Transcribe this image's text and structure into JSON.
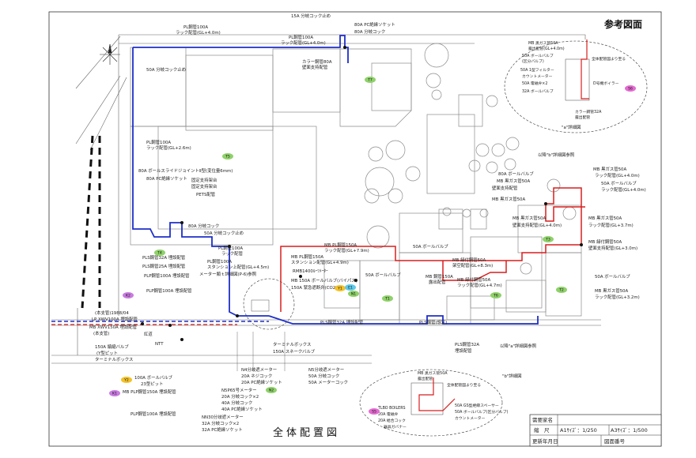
{
  "drawing": {
    "reference_label": "参考図面",
    "title": "全体配置図",
    "detail_a_label": "\"a\"詳細図",
    "detail_b_label": "\"b\"詳細図"
  },
  "title_block": {
    "owner_label": "需要家名",
    "scale_label": "縮　尺",
    "scale_a1": "A1ｻｲｽﾞ：1/250",
    "scale_a3": "A3ｻｲｽﾞ：1/500",
    "updated_label": "更新年月日",
    "drawing_no_label": "図面番号"
  },
  "badges": [
    {
      "id": "T7",
      "color": "#8fd16a"
    },
    {
      "id": "T5",
      "color": "#8fd16a"
    },
    {
      "id": "T4",
      "color": "#8fd16a"
    },
    {
      "id": "T3",
      "color": "#8fd16a"
    },
    {
      "id": "T2",
      "color": "#8fd16a"
    },
    {
      "id": "T1",
      "color": "#8fd16a"
    },
    {
      "id": "T6",
      "color": "#8fd16a"
    },
    {
      "id": "K2",
      "color": "#c97be0"
    },
    {
      "id": "K1",
      "color": "#c97be0"
    },
    {
      "id": "N1",
      "color": "#8fd16a"
    },
    {
      "id": "N2",
      "color": "#8fd16a"
    },
    {
      "id": "Y1",
      "color": "#f3c22a"
    },
    {
      "id": "Y2",
      "color": "#f3c22a"
    },
    {
      "id": "E1",
      "color": "#5fc9e8"
    },
    {
      "id": "S6",
      "color": "#e46bd1"
    },
    {
      "id": "S5",
      "color": "#e46bd1"
    }
  ],
  "labels": {
    "top_a": "PL鋼管100A",
    "top_b": "ラック配管(GL+4.0m)",
    "top_c": "15A 分岐コック止め",
    "top_d": "80A PC絶縁ソケット",
    "top_e": "80A 分岐コック",
    "top_f": "PL鋼管100A",
    "top_g": "ラック配管(GL+4.0m)",
    "top_h": "カラー鋼管80A",
    "top_i": "壁面支持配管",
    "left_a": "50A 分岐コック止め",
    "mid_a": "PL鋼管100A",
    "mid_b": "ラック配管(GL+2.6m)",
    "mid_c": "80A ボールスライドジョイントⅡ型(変位量6mm)",
    "mid_d": "80A PC絶縁ソケット",
    "mid_e": "固定支持架台",
    "mid_f": "固定支持架台",
    "mid_g": "PETS配管",
    "mid_h": "80A 分岐コック",
    "mid_i": "50A 分岐コック止め",
    "mid_j": "PL鋼管100A",
    "mid_k": "ラック配管",
    "mid_l": "PL鋼管100A",
    "mid_m": "スタンション上配管(GL+4.5m)",
    "mid_n": "メーター類ｔ詳細図(P-6)参照",
    "pls32": "PLS鋼管32A 埋設配管",
    "pls25": "PLS鋼管25A 埋設配管",
    "plp100a": "PLP鋼管100A 埋設配管",
    "plp100b": "PLP鋼管100A 埋設配管",
    "c_a": "MB PL鋼管150A",
    "c_b": "ラック配管(GL+7.9m)",
    "c_c": "MB PL鋼管150A",
    "c_d": "スタンション配管(GL+4.9m)",
    "c_e": "RMB1400ﾙｰﾂﾒｰﾀｰ",
    "c_f": "MB 150A ボールバルブ(バイパス)",
    "c_g": "150A 緊急遮断弁(CO2)",
    "c_h": "50A ボールバルブ",
    "c_i": "MB 鋼管150A",
    "c_j": "露出配管",
    "c_k": "50A ボールバルブ",
    "c_l": "MB 緑付鋼管50A",
    "c_m": "架空配管(GL+8.3m)",
    "c_n": "MB 緑付鋼管50A",
    "c_o": "ラック配管(GL+4.7m)",
    "r_a": "以降\"b\"詳細図参照",
    "r_b": "80A ボールバルブ",
    "r_c": "MB 黒ガス管50A",
    "r_d": "壁面支持配管",
    "r_e": "MB 黒ガス管50A",
    "r_f": "ラック配管(GL+4.0m)",
    "r_g": "50A ボールバルブ",
    "r_h": "MB 黒ガス管50A",
    "r_i": "壁面支持配管(GL+4.0m)",
    "r_j": "MB 黒ガス管50A",
    "r_k": "ラック配管(GL+3.7m)",
    "r_l": "MB 緑付鋼管50A",
    "r_m": "壁面支持配管(GL+3.0m)",
    "r_n": "50A ボールバルブ",
    "r_o": "MB 黒ガス管50A",
    "r_p": "ラック配管(GL+3.2m)",
    "b_a": "PLS鋼管32A 埋設配管",
    "b_b": "PLS鋼管(想定)",
    "b_c": "PLS鋼管32A",
    "b_d": "埋設配管",
    "b_e": "以降\"a\"詳細図参照",
    "b_f": "ターミナルボックス",
    "b_g": "150A スネークバルブ",
    "b_h": "N5分歧遮メーター",
    "b_i": "50A 分岐コック",
    "b_j": "50A メーターコック",
    "b_k": "N4分歧遮メーター",
    "b_l": "20A ネジコック",
    "b_m": "20A PC絶縁ソケット",
    "b_n": "N5P65号メーター",
    "b_o": "20A 分岐コック×2",
    "b_p": "40A 分岐コック",
    "b_q": "40A PC絶縁ソケット",
    "b_r": "NN30分歧遮メーター",
    "b_s": "32A 分岐コック×2",
    "b_t": "32A PC絶縁ソケット",
    "l_a": "(本支管)1988/04",
    "l_b": "LP XWV100A 埋設配管",
    "l_c": "MB XWV150A 埋設配管",
    "l_d": "(本支管)",
    "l_e": "150A 鎮縮バルブ",
    "l_f": "(Y型ピット",
    "l_g": "ターミナルボックス",
    "l_h": "100A ボールバルブ",
    "l_i": "23型ピット",
    "l_j": "MB PLP鋼管150A 埋設配管",
    "l_k": "PLP鋼管100A 埋設配管",
    "l_l": "紅道",
    "l_m": "NTT",
    "a_a": "MB 黒ガス管50A",
    "a_b": "露出配管(GL+4.0m)",
    "a_c": "50A ボールバルブ",
    "a_d": "(区分バルブ)",
    "a_e": "50A 1型フィルター",
    "a_f": "カウントメーター",
    "a_g": "50A 電磁弁×2",
    "a_h": "32A ボールバルブ",
    "a_i": "カラー鋼管32A",
    "a_j": "露出配管",
    "a_k": "全体配管図より至る",
    "a_l": "D号機ボイラー",
    "d_a": "MB 黒ガス管50A",
    "d_b": "露出配管",
    "d_c": "全体配管図より至る",
    "d_d": "TLBO BOILERS",
    "d_e": "20A 電磁弁",
    "d_f": "20A 給合コック",
    "d_g": "器具ガバナー",
    "d_h": "50A GS型絶縁スペーサー",
    "d_i": "50A ボールバルブ(区分バルブ)",
    "d_j": "カウントメーター"
  }
}
